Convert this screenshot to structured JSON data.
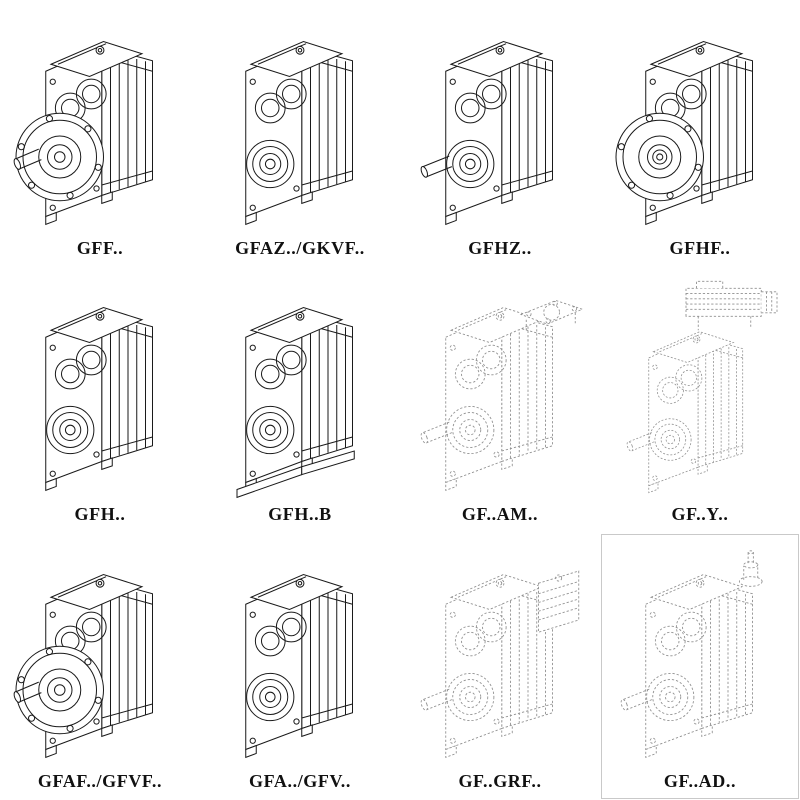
{
  "page": {
    "title": "Gear reducer model variants catalog",
    "background": "#ffffff",
    "line_color": "#1a1a1a",
    "dashed_line_color": "#8f8f8f"
  },
  "grid": {
    "columns": 4,
    "rows": 3,
    "items": [
      {
        "label": "GFF..",
        "drawing": "gearbox-flange-shaft-icon",
        "line_style": "solid",
        "boxed": false
      },
      {
        "label": "GFAZ../GKVF..",
        "drawing": "gearbox-hollow-icon",
        "line_style": "solid",
        "boxed": false
      },
      {
        "label": "GFHZ..",
        "drawing": "gearbox-shaft-icon",
        "line_style": "solid",
        "boxed": false
      },
      {
        "label": "GFHF..",
        "drawing": "gearbox-flange-hollow-icon",
        "line_style": "solid",
        "boxed": false
      },
      {
        "label": "GFH..",
        "drawing": "gearbox-hollow-icon",
        "line_style": "solid",
        "boxed": false
      },
      {
        "label": "GFH..B",
        "drawing": "gearbox-hollow-base-icon",
        "line_style": "solid",
        "boxed": false
      },
      {
        "label": "GF..AM..",
        "drawing": "gearbox-adapter-icon",
        "line_style": "dashed",
        "boxed": false
      },
      {
        "label": "GF..Y..",
        "drawing": "gearbox-motor-icon",
        "line_style": "dashed",
        "boxed": false
      },
      {
        "label": "GFAF../GFVF..",
        "drawing": "gearbox-flange-shaft-icon",
        "line_style": "solid",
        "boxed": false
      },
      {
        "label": "GFA../GFV..",
        "drawing": "gearbox-hollow-icon",
        "line_style": "solid",
        "boxed": false
      },
      {
        "label": "GF..GRF..",
        "drawing": "gearbox-grf-input-icon",
        "line_style": "dashed",
        "boxed": false
      },
      {
        "label": "GF..AD..",
        "drawing": "gearbox-input-shaft-icon",
        "line_style": "dashed",
        "boxed": true
      }
    ]
  }
}
